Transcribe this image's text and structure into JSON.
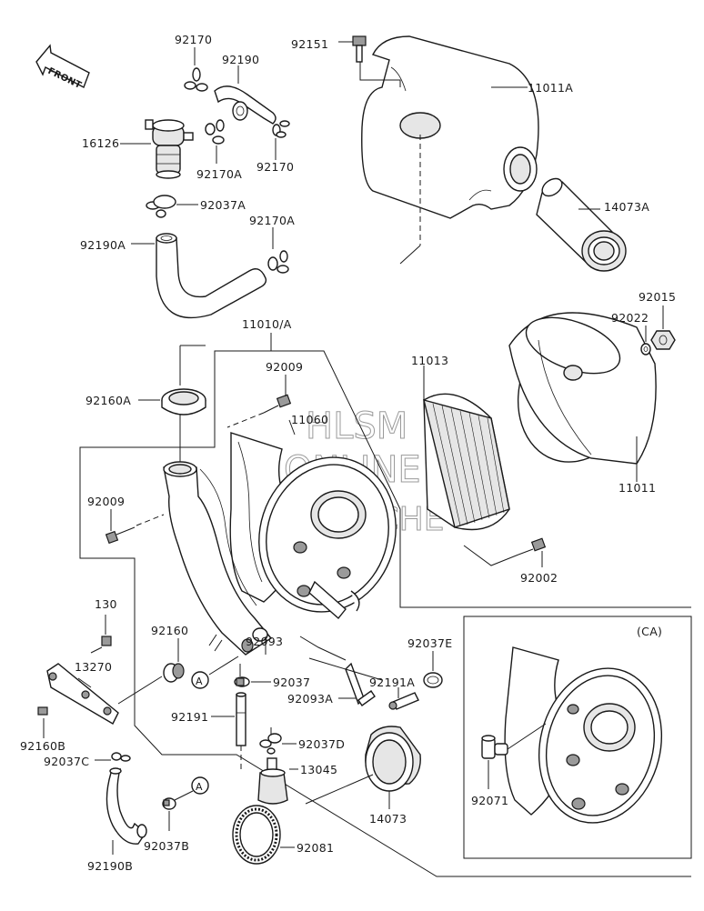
{
  "front_label": "FRONT",
  "watermark": {
    "line1": "HLSM",
    "line2": "ONLINE",
    "line3": "MICROFICHE"
  },
  "ca_label": "(CA)",
  "callout_letter": "A",
  "parts": {
    "p92170_top": "92170",
    "p92151": "92151",
    "p11011A": "11011A",
    "p92190": "92190",
    "p16126": "16126",
    "p92170A_1": "92170A",
    "p92170_2": "92170",
    "p92037A": "92037A",
    "p14073A": "14073A",
    "p92170A_2": "92170A",
    "p92190A": "92190A",
    "p92015": "92015",
    "p92022": "92022",
    "p11010A": "11010/A",
    "p11013": "11013",
    "p92009_1": "92009",
    "p92160A": "92160A",
    "p11060": "11060",
    "p11011": "11011",
    "p92009_2": "92009",
    "p92002": "92002",
    "p130": "130",
    "p92160": "92160",
    "p92093": "92093",
    "p92037E": "92037E",
    "p13270": "13270",
    "p92037": "92037",
    "p92191A": "92191A",
    "p92093A": "92093A",
    "p92191": "92191",
    "p92160B": "92160B",
    "p92037D": "92037D",
    "p92037C": "92037C",
    "p13045": "13045",
    "p92071": "92071",
    "p14073": "14073",
    "p92037B": "92037B",
    "p92081": "92081",
    "p92190B": "92190B"
  }
}
